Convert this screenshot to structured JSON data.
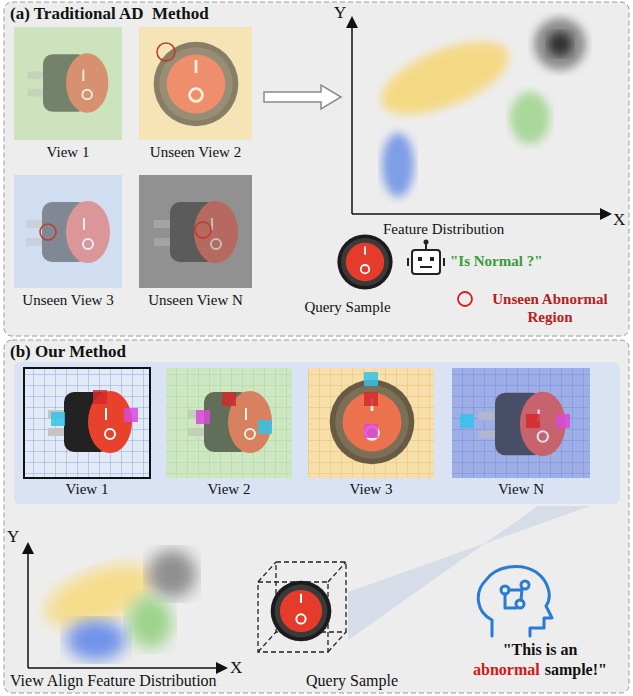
{
  "diagram": {
    "nodes": [
      {
        "text": [
          "(a) Traditional AD  Method"
        ]
      },
      {
        "text": [
          "View 1"
        ],
        "in": 0
      },
      {
        "text": [
          "Unseen View 2"
        ],
        "in": 0
      },
      {
        "text": [
          "Unseen View 3"
        ],
        "in": 0
      },
      {
        "text": [
          "Unseen View N"
        ],
        "in": 0
      },
      {
        "text": [
          "Feature Distribution"
        ],
        "in": 0
      },
      {
        "text": [
          "Query Sample"
        ],
        "in": 0
      },
      {
        "text": [
          "(b) Our Method"
        ]
      },
      {
        "text": [
          "View 1"
        ],
        "in": 7
      },
      {
        "text": [
          "View 2"
        ],
        "in": 7
      },
      {
        "text": [
          "View 3"
        ],
        "in": 7
      },
      {
        "text": [
          "View N"
        ],
        "in": 7
      },
      {
        "text": [
          "View Align Feature Distribution"
        ],
        "in": 7
      },
      {
        "text": [
          "Query Sample"
        ],
        "in": 7
      }
    ],
    "edges": [
      {
        "from": 2,
        "to": 5,
        "arrow": "to"
      }
    ],
    "labels": [
      "Y",
      "X",
      "\"Is Normal ?\"",
      "Unseen Abnormal Region",
      "Y",
      "X",
      "\"This is an",
      "abnormal",
      "sample!\""
    ]
  }
}
